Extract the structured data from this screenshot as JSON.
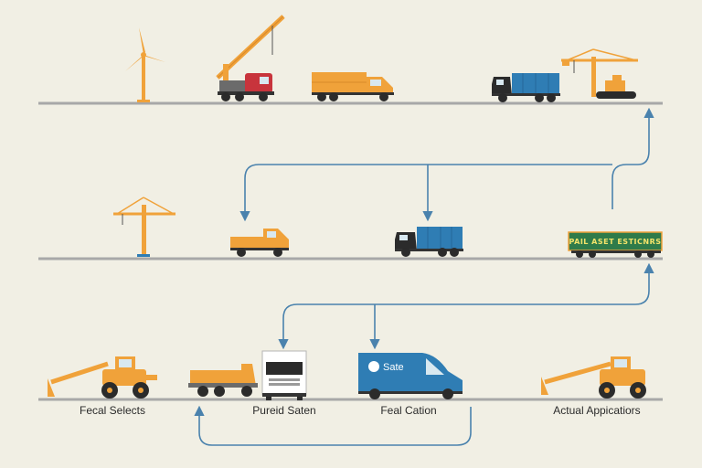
{
  "colors": {
    "background": "#f1efe4",
    "track": "#a8a8a8",
    "arrow": "#4a82ad",
    "orange": "#f0a23a",
    "blue": "#2f7db4",
    "red": "#c8343c",
    "dark": "#2b2b2b",
    "green": "#2f7b4a"
  },
  "rows": [
    {
      "row": 1,
      "items": [
        "wind-turbine",
        "crane-truck",
        "orange-box-truck",
        "blue-container-truck",
        "tower-crane-crawler"
      ]
    },
    {
      "row": 2,
      "items": [
        "tower-crane",
        "orange-pickup-truck",
        "blue-container-truck",
        "green-banner-trailer"
      ]
    },
    {
      "row": 3,
      "items": [
        "backhoe-loader",
        "dump-truck",
        "white-box-truck",
        "teal-delivery-van",
        "telehandler-loader"
      ]
    }
  ],
  "banner_text": "PAIL ASET ESTICNRS",
  "van_text": "Sate",
  "labels": {
    "fecal_selects": "Fecal Selects",
    "pureid_saten": "Pureid Saten",
    "feal_cation": "Feal Cation",
    "actual_applications": "Actual Appicatiors"
  }
}
